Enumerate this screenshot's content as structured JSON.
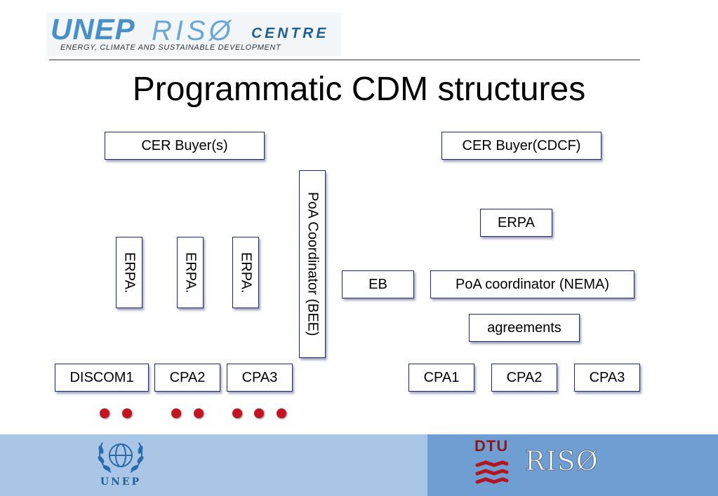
{
  "header": {
    "logo_main": "UNEP",
    "logo_riso": "RISØ",
    "logo_centre": "CENTRE",
    "logo_tagline": "ENERGY, CLIMATE AND SUSTAINABLE DEVELOPMENT"
  },
  "title": "Programmatic CDM structures",
  "left": {
    "buyer": "CER Buyer(s)",
    "erpa": [
      "ERPA.",
      "ERPA.",
      "ERPA."
    ],
    "cpas": [
      "DISCOM1",
      "CPA2",
      "CPA3"
    ]
  },
  "center": {
    "coordinator": "PoA Coordinator (BEE)",
    "eb": "EB"
  },
  "right": {
    "buyer": "CER Buyer(CDCF)",
    "erpa": "ERPA",
    "coordinator": "PoA coordinator (NEMA)",
    "agreements": "agreements",
    "cpas": [
      "CPA1",
      "CPA2",
      "CPA3"
    ]
  },
  "footer": {
    "unep_label": "UNEP",
    "dtu_label": "DTU",
    "riso_label": "RISØ"
  },
  "colors": {
    "box_border": "#1d2a66",
    "dot": "#c41421",
    "footer_left": "#a9c6e6",
    "footer_right": "#6f9fd2"
  }
}
